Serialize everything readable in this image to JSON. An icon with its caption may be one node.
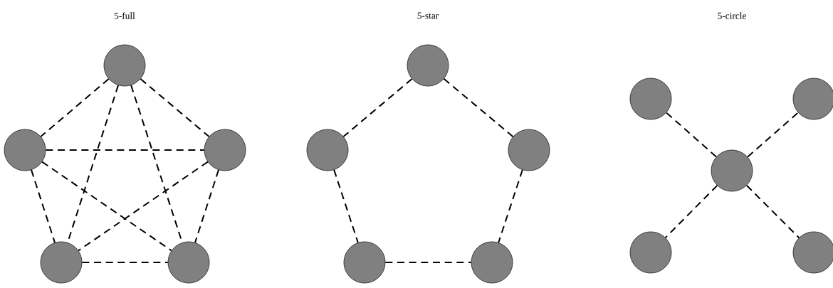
{
  "diagram": {
    "nodes": [
      {
        "text": [],
        "shape": "circle"
      },
      {
        "text": [],
        "shape": "circle"
      },
      {
        "text": [],
        "shape": "circle"
      },
      {
        "text": [],
        "shape": "circle"
      },
      {
        "text": [],
        "shape": "circle"
      },
      {
        "text": [],
        "shape": "circle"
      },
      {
        "text": [],
        "shape": "circle"
      },
      {
        "text": [],
        "shape": "circle"
      },
      {
        "text": [],
        "shape": "circle"
      },
      {
        "text": [],
        "shape": "circle"
      },
      {
        "text": [],
        "shape": "circle"
      },
      {
        "text": [],
        "shape": "circle"
      },
      {
        "text": [],
        "shape": "circle"
      },
      {
        "text": [],
        "shape": "circle"
      },
      {
        "text": [],
        "shape": "circle"
      }
    ],
    "edges": [
      {
        "from": 0,
        "to": 1,
        "arrow": "none",
        "style": "dashed"
      },
      {
        "from": 0,
        "to": 2,
        "arrow": "none",
        "style": "dashed"
      },
      {
        "from": 0,
        "to": 3,
        "arrow": "none",
        "style": "dashed"
      },
      {
        "from": 0,
        "to": 4,
        "arrow": "none",
        "style": "dashed"
      },
      {
        "from": 1,
        "to": 2,
        "arrow": "none",
        "style": "dashed"
      },
      {
        "from": 1,
        "to": 3,
        "arrow": "none",
        "style": "dashed"
      },
      {
        "from": 1,
        "to": 4,
        "arrow": "none",
        "style": "dashed"
      },
      {
        "from": 2,
        "to": 3,
        "arrow": "none",
        "style": "dashed"
      },
      {
        "from": 2,
        "to": 4,
        "arrow": "none",
        "style": "dashed"
      },
      {
        "from": 3,
        "to": 4,
        "arrow": "none",
        "style": "dashed"
      },
      {
        "from": 5,
        "to": 6,
        "arrow": "none",
        "style": "dashed"
      },
      {
        "from": 5,
        "to": 7,
        "arrow": "none",
        "style": "dashed"
      },
      {
        "from": 6,
        "to": 8,
        "arrow": "none",
        "style": "dashed"
      },
      {
        "from": 7,
        "to": 9,
        "arrow": "none",
        "style": "dashed"
      },
      {
        "from": 8,
        "to": 9,
        "arrow": "none",
        "style": "dashed"
      },
      {
        "from": 12,
        "to": 10,
        "arrow": "none",
        "style": "dashed"
      },
      {
        "from": 12,
        "to": 11,
        "arrow": "none",
        "style": "dashed"
      },
      {
        "from": 12,
        "to": 13,
        "arrow": "none",
        "style": "dashed"
      },
      {
        "from": 12,
        "to": 14,
        "arrow": "none",
        "style": "dashed"
      }
    ],
    "labels": [
      "5-full",
      "5-star",
      "5-circle"
    ]
  }
}
